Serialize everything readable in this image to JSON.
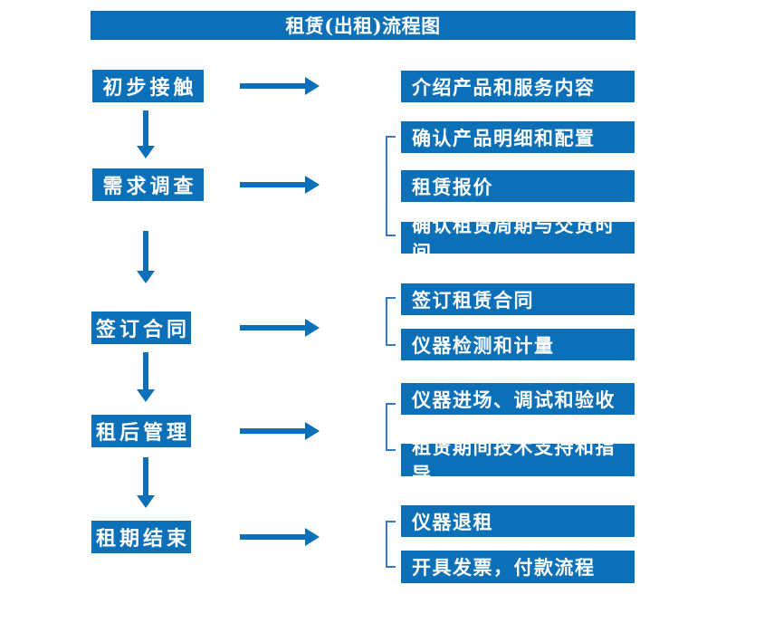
{
  "title": "租赁(出租)流程图",
  "colors": {
    "primary": "#0b70b8",
    "bracket": "#3878bd",
    "text_on_primary": "#ffffff",
    "background": "#ffffff"
  },
  "steps": [
    {
      "label": "初步接触",
      "details": [
        "介绍产品和服务内容"
      ]
    },
    {
      "label": "需求调查",
      "details": [
        "确认产品明细和配置",
        "租赁报价",
        "确认租赁周期与交货时间"
      ]
    },
    {
      "label": "签订合同",
      "details": [
        "签订租赁合同",
        "仪器检测和计量"
      ]
    },
    {
      "label": "租后管理",
      "details": [
        "仪器进场、调试和验收",
        "租赁期间技术支持和指导"
      ]
    },
    {
      "label": "租期结束",
      "details": [
        "仪器退租",
        "开具发票，付款流程"
      ]
    }
  ]
}
